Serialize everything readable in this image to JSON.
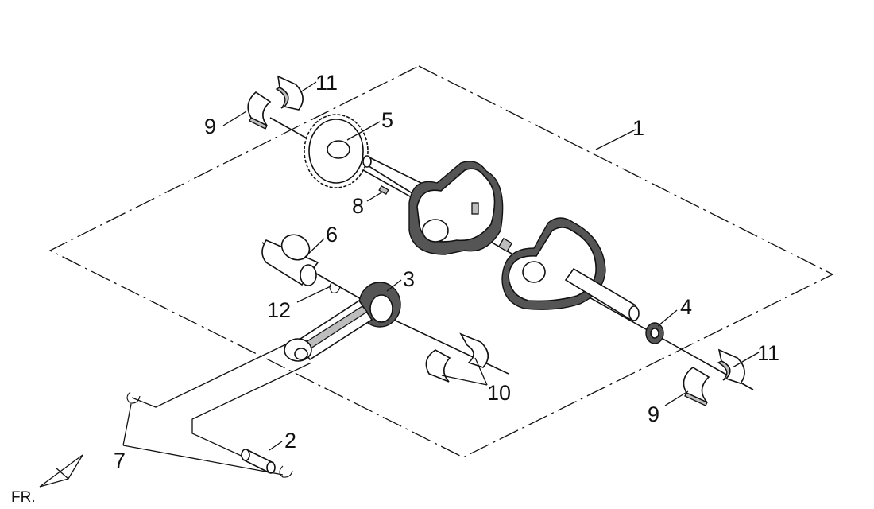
{
  "diagram": {
    "labels": {
      "c1": "1",
      "c2": "2",
      "c3": "3",
      "c4": "4",
      "c5": "5",
      "c6": "6",
      "c7": "7",
      "c8": "8",
      "c9a": "9",
      "c9b": "9",
      "c10": "10",
      "c11a": "11",
      "c11b": "11",
      "c12": "12"
    },
    "direction_label": "FR."
  }
}
